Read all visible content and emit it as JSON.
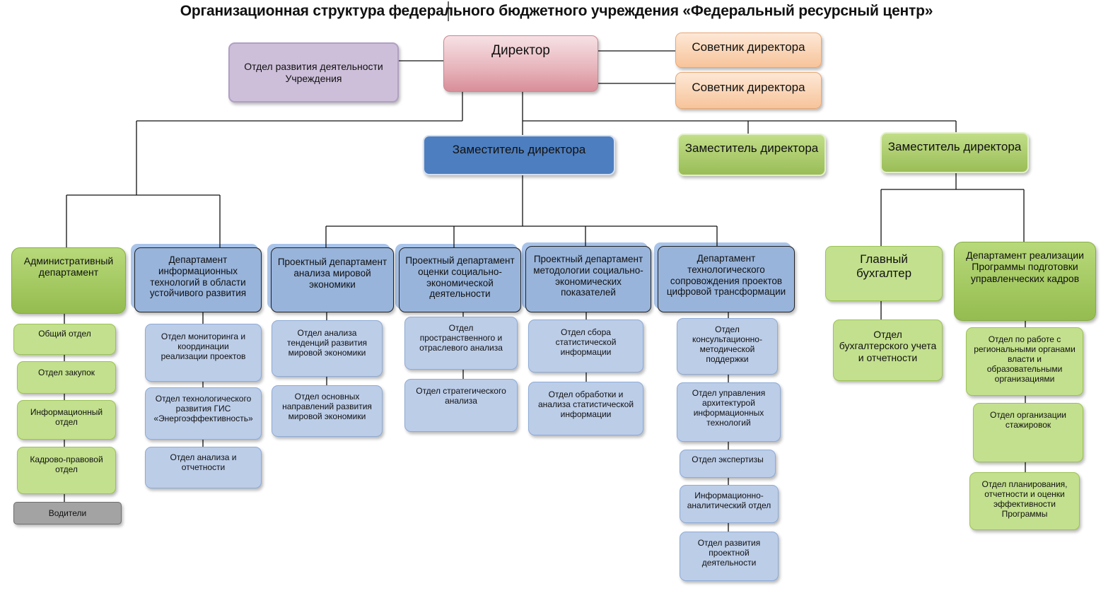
{
  "title": "Организационная структура федерального бюджетного учреждения «Федеральный ресурсный центр»",
  "colors": {
    "line": "#111111",
    "director": "#e6b1ba",
    "development_unit": "#cdbfd9",
    "advisor": "#f9cba4",
    "deputy_blue": "#4d7ebf",
    "deputy_green": "#9bbd57",
    "department_blue": "#98b4db",
    "subunit_blue": "#bccde8",
    "department_green": "#a4c864",
    "subunit_green": "#c3e08e",
    "drivers": "#a3a3a3"
  },
  "director": {
    "label": "Директор"
  },
  "development_unit": {
    "label": "Отдел развития деятельности\nУчреждения"
  },
  "advisors": [
    "Советник директора",
    "Советник директора"
  ],
  "deputies": {
    "blue": "Заместитель директора",
    "green_middle": "Заместитель директора",
    "green_right": "Заместитель директора"
  },
  "admin_department": {
    "label": "Административный\nдепартамент",
    "units": [
      "Общий отдел",
      "Отдел закупок",
      "Информационный\nотдел",
      "Кадрово-правовой\nотдел",
      "Водители"
    ]
  },
  "it_department": {
    "label": "Департамент\nинформационных\nтехнологий в области\nустойчивого развития",
    "units": [
      "Отдел мониторинга и\nкоординации\nреализации проектов",
      "Отдел технологического\nразвития ГИС\n«Энергоэффективность»",
      "Отдел анализа и\nотчетности"
    ]
  },
  "world_economy_department": {
    "label": "Проектный департамент\nанализа мировой\nэкономики",
    "units": [
      "Отдел анализа\nтенденций развития\nмировой экономики",
      "Отдел основных\nнаправлений развития\nмировой экономики"
    ]
  },
  "social_economic_department": {
    "label": "Проектный департамент\nоценки социально-\nэкономической\nдеятельности",
    "units": [
      "Отдел\nпространственного и\nотраслевого анализа",
      "Отдел стратегического\nанализа"
    ]
  },
  "methodology_department": {
    "label": "Проектный департамент\nметодологии социально-\nэкономических\nпоказателей",
    "units": [
      "Отдел сбора\nстатистической\nинформации",
      "Отдел обработки и\nанализа статистической\nинформации"
    ]
  },
  "digital_department": {
    "label": "Департамент\nтехнологического\nсопровождения проектов\nцифровой трансформации",
    "units": [
      "Отдел\nконсультационно-\nметодической\nподдержки",
      "Отдел управления\nархитектурой\nинформационных\nтехнологий",
      "Отдел экспертизы",
      "Информационно-\nаналитический отдел",
      "Отдел развития\nпроектной\nдеятельности"
    ]
  },
  "chief_accountant": {
    "label": "Главный\nбухгалтер",
    "units": [
      "Отдел\nбухгалтерского учета\nи отчетности"
    ]
  },
  "program_department": {
    "label": "Департамент реализации\nПрограммы подготовки\nуправленческих кадров",
    "units": [
      "Отдел по работе с\nрегиональными органами\nвласти и\nобразовательными\nорганизациями",
      "Отдел организации\nстажировок",
      "Отдел планирования,\nотчетности и оценки\nэффективности\nПрограммы"
    ]
  }
}
